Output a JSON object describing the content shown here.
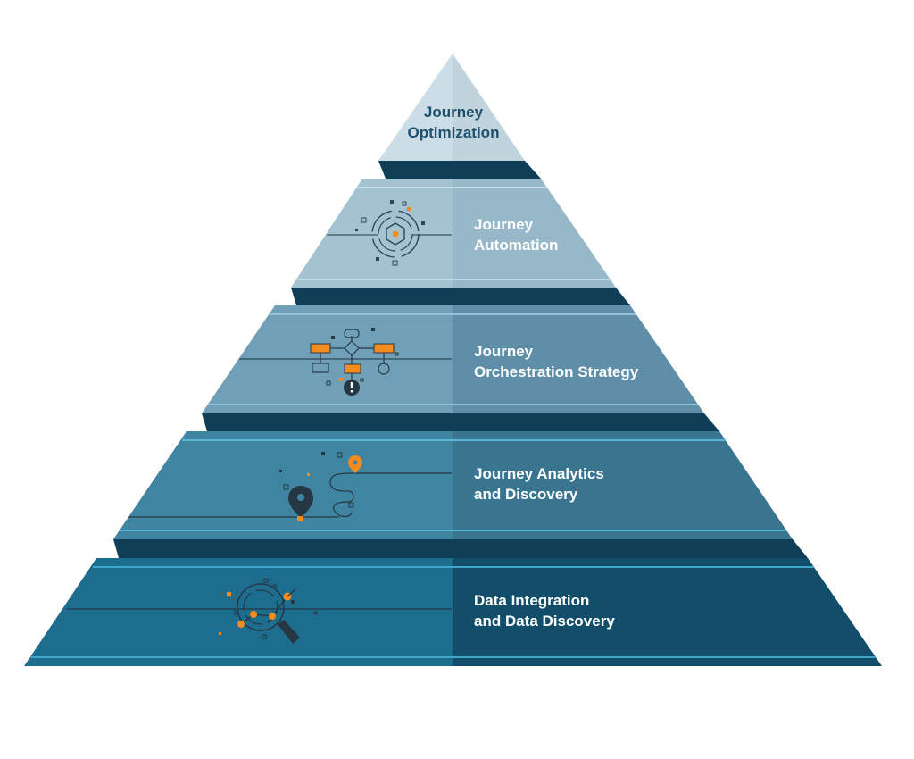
{
  "levels": [
    {
      "lines": [
        "Journey",
        "Optimization"
      ],
      "icon": "none"
    },
    {
      "lines": [
        "Journey",
        "Automation"
      ],
      "icon": "automation-cycle-icon"
    },
    {
      "lines": [
        "Journey",
        "Orchestration Strategy"
      ],
      "icon": "orchestration-flowchart-icon"
    },
    {
      "lines": [
        "Journey Analytics",
        "and Discovery"
      ],
      "icon": "analytics-map-pin-icon"
    },
    {
      "lines": [
        "Data Integration",
        "and Data Discovery"
      ],
      "icon": "data-magnifier-icon"
    }
  ],
  "colors": {
    "tier1_left": "#cbdde6",
    "tier1_right": "#c0d4de",
    "tier1_text": "#1d4f6e",
    "tier2_left": "#a3c3d1",
    "tier2_right": "#96b8c8",
    "tier3_left": "#6fa0b8",
    "tier3_right": "#5f8fa8",
    "tier4_left": "#3f85a1",
    "tier4_right": "#3a7590",
    "tier5_left": "#1d6d8e",
    "tier5_right": "#124e6a",
    "band_shadow": "#0f3e56",
    "accent": "#f28c1f",
    "icon_dark": "#263744",
    "stripe": "#4fb0d0"
  }
}
